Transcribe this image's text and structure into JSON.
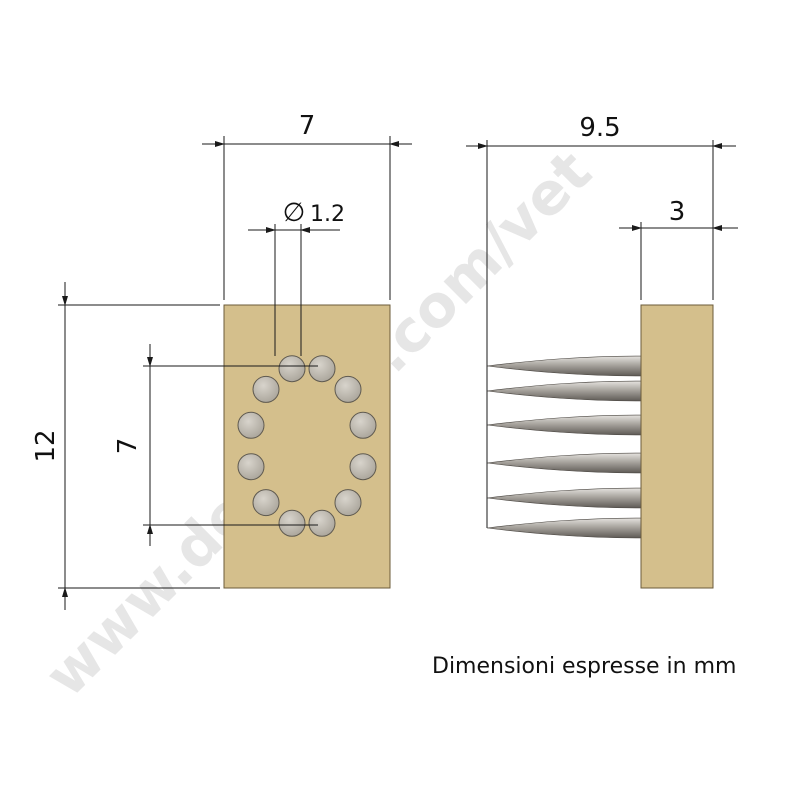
{
  "watermark": "www.denkode.com/vet",
  "caption": "Dimensioni espresse in mm",
  "front_view": {
    "width_label": "7",
    "height_label": "12",
    "pitch_label": "7",
    "diameter_symbol": "∅",
    "diameter_label": "1.2",
    "pin_count": 12
  },
  "side_view": {
    "total_label": "9.5",
    "plate_label": "3",
    "needle_count": 6
  },
  "colors": {
    "plate": "#d4bf8c",
    "plate_edge": "#6b5b3a",
    "pin": "#c4c0b6",
    "needle": "#9a9690",
    "line": "#1a1a1a",
    "watermark": "#e6e6e6"
  }
}
